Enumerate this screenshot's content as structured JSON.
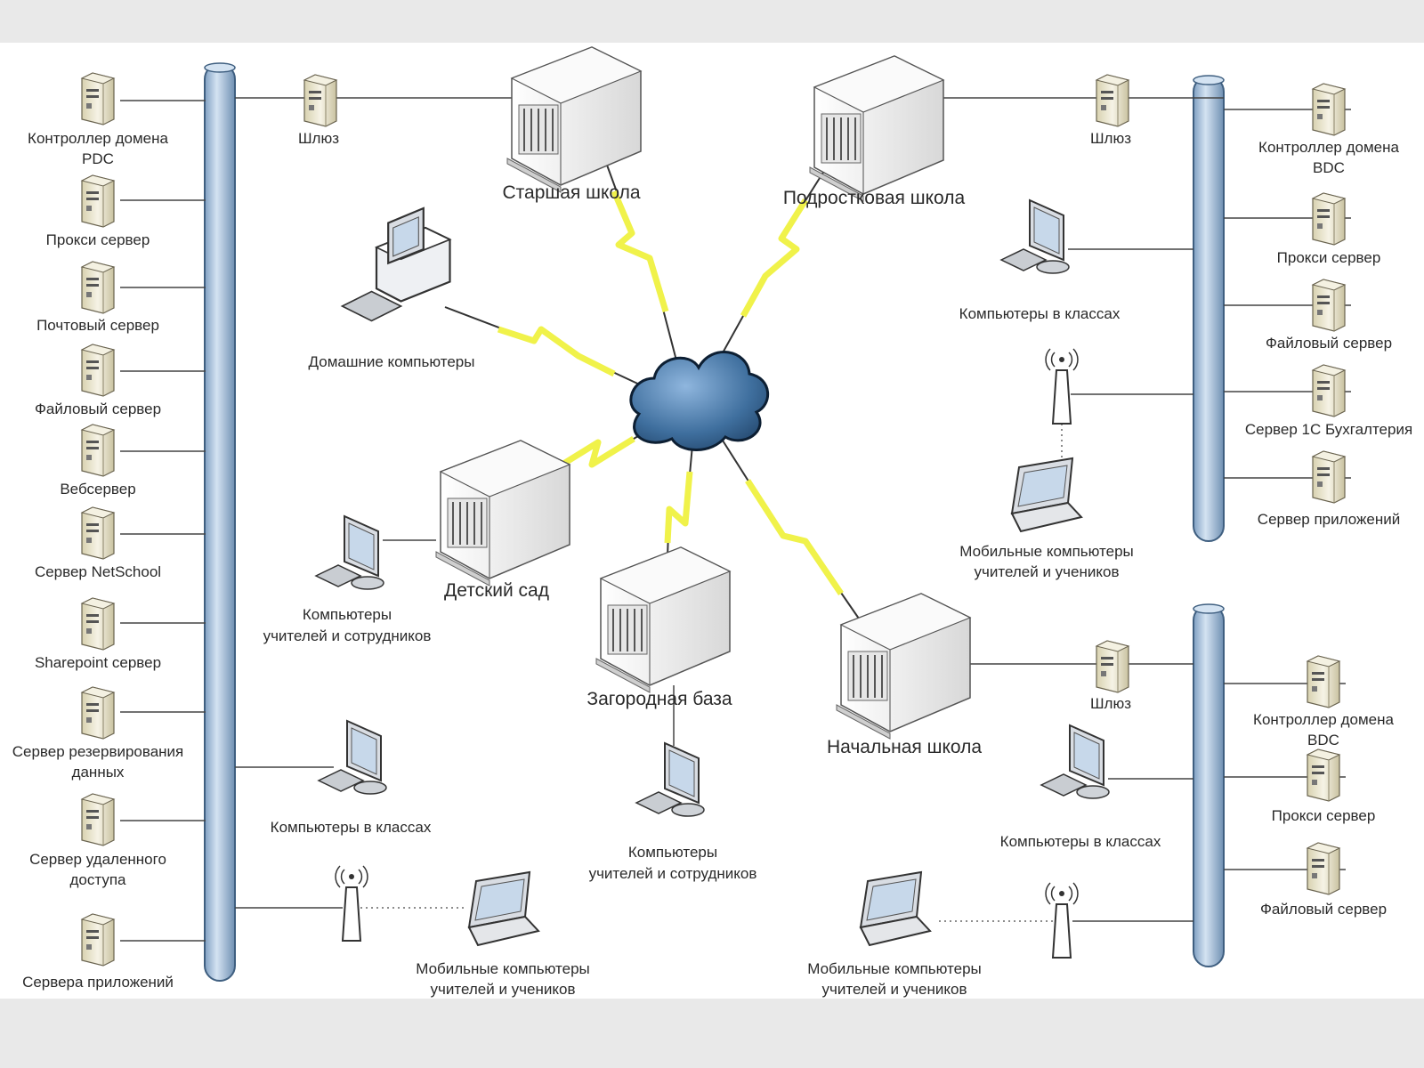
{
  "colors": {
    "background": "#e9e9e9",
    "canvas": "#ffffff",
    "bus": "#aec6df",
    "bus_stroke": "#3f5f80",
    "wan_link": "#f0f24a",
    "cloud": "#3f6f9e"
  },
  "left_bus": {
    "gateway": "Шлюз",
    "servers": [
      {
        "icon": "server-icon",
        "lines": [
          "Контроллер домена",
          "PDC"
        ]
      },
      {
        "icon": "server-icon",
        "lines": [
          "Прокси сервер"
        ]
      },
      {
        "icon": "server-icon",
        "lines": [
          "Почтовый сервер"
        ]
      },
      {
        "icon": "server-icon",
        "lines": [
          "Файловый сервер"
        ]
      },
      {
        "icon": "web-server-icon",
        "lines": [
          "Вебсервер"
        ]
      },
      {
        "icon": "database-server-icon",
        "lines": [
          "Сервер NetSchool"
        ]
      },
      {
        "icon": "sharepoint-server-icon",
        "lines": [
          "Sharepoint сервер"
        ]
      },
      {
        "icon": "backup-server-icon",
        "lines": [
          "Сервер резервирования",
          "данных"
        ]
      },
      {
        "icon": "remote-access-server-icon",
        "lines": [
          "Сервер удаленного",
          "доступа"
        ]
      },
      {
        "icon": "application-servers-icon",
        "lines": [
          "Сервера приложений"
        ]
      }
    ],
    "classroom": "Компьютеры в классах",
    "mobile": [
      "Мобильные компьютеры",
      "учителей и учеников"
    ]
  },
  "sites": {
    "senior": "Старшая школа",
    "middle": "Подростковая школа",
    "kindergarten": "Детский сад",
    "camp": "Загородная база",
    "primary": "Начальная школа"
  },
  "home": "Домашние компьютеры",
  "kindergarten_pc": [
    "Компьютеры",
    "учителей и сотрудников"
  ],
  "camp_pc": [
    "Компьютеры",
    "учителей и сотрудников"
  ],
  "right_top": {
    "gateway": "Шлюз",
    "servers": [
      {
        "icon": "server-icon",
        "lines": [
          "Контроллер домена",
          "BDC"
        ]
      },
      {
        "icon": "server-icon",
        "lines": [
          "Прокси сервер"
        ]
      },
      {
        "icon": "server-icon",
        "lines": [
          "Файловый сервер"
        ]
      },
      {
        "icon": "accounting-server-icon",
        "lines": [
          "Сервер 1С Бухгалтерия"
        ]
      },
      {
        "icon": "application-servers-icon",
        "lines": [
          "Сервер приложений"
        ]
      }
    ],
    "classroom": "Компьютеры в классах",
    "mobile": [
      "Мобильные компьютеры",
      "учителей и учеников"
    ]
  },
  "right_bottom": {
    "gateway": "Шлюз",
    "servers": [
      {
        "icon": "server-icon",
        "lines": [
          "Контроллер домена",
          "BDC"
        ]
      },
      {
        "icon": "server-icon",
        "lines": [
          "Прокси сервер"
        ]
      },
      {
        "icon": "server-icon",
        "lines": [
          "Файловый сервер"
        ]
      }
    ],
    "classroom": "Компьютеры в классах",
    "mobile": [
      "Мобильные компьютеры",
      "учителей и учеников"
    ]
  }
}
